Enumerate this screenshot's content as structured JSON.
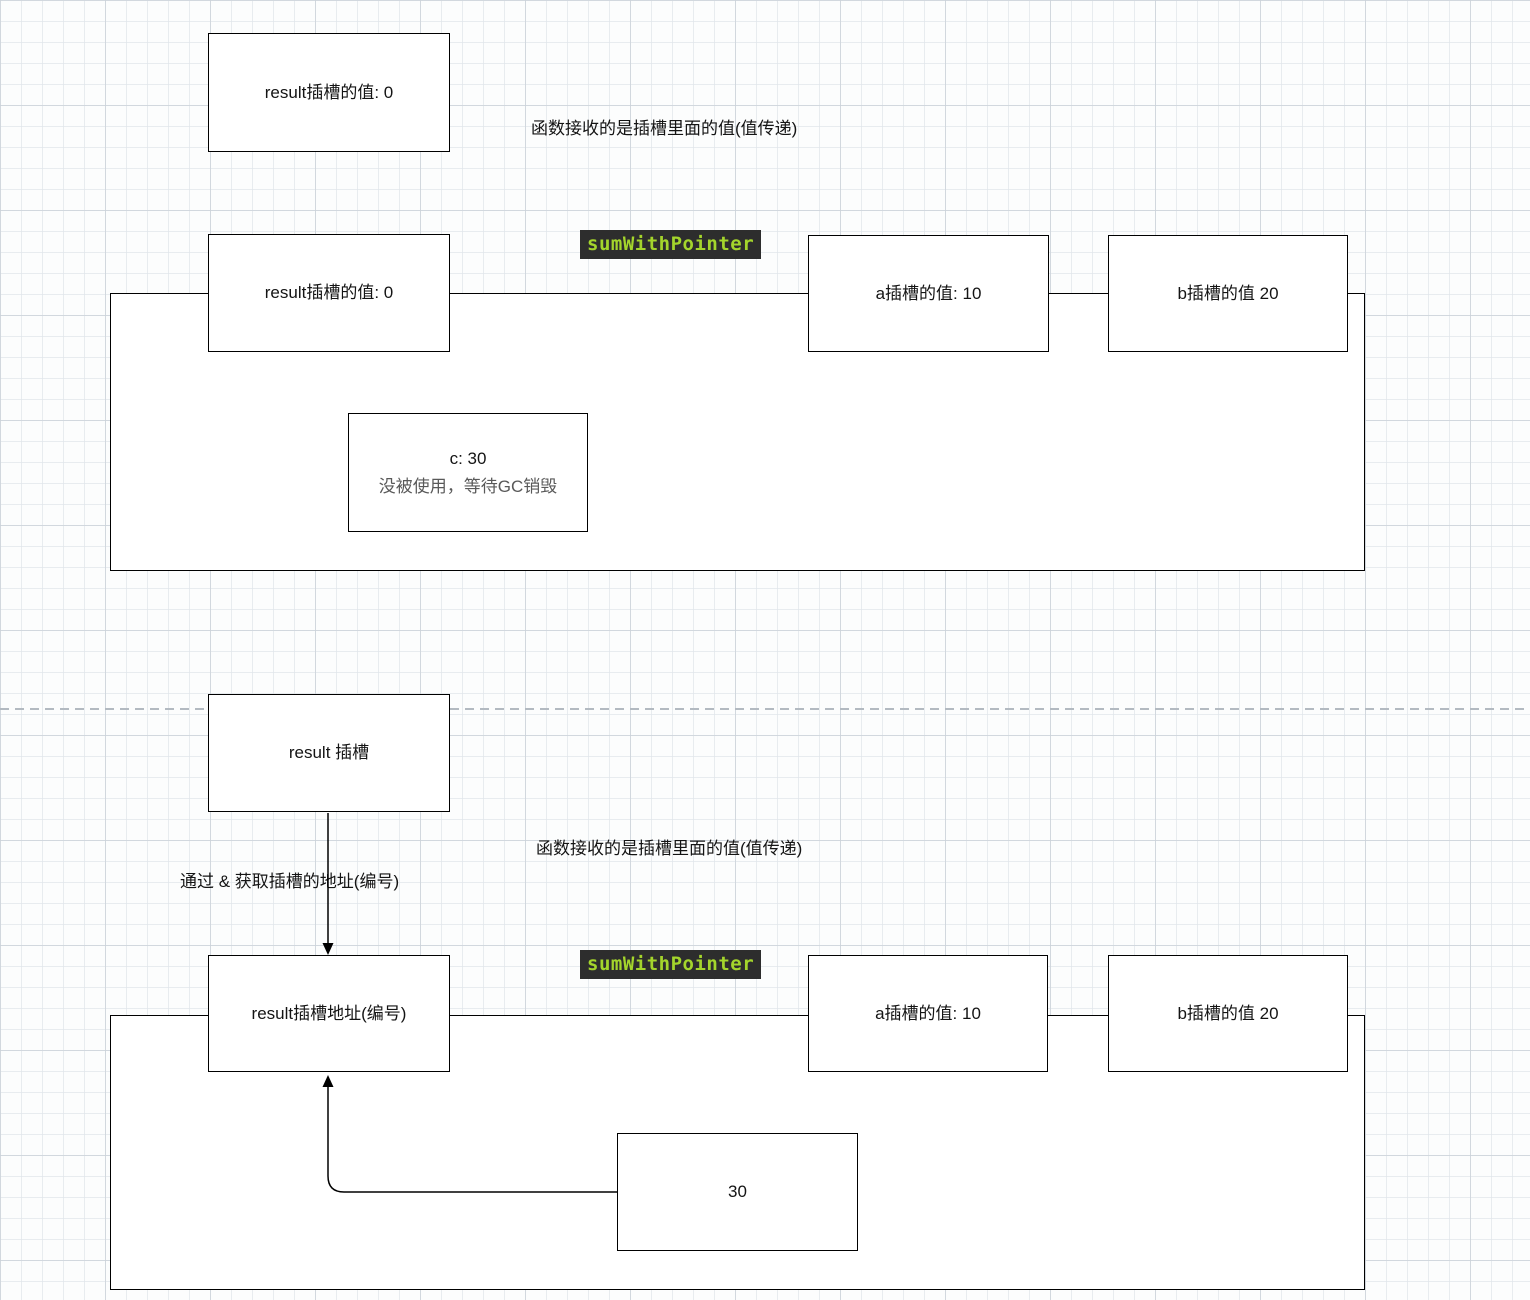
{
  "top": {
    "stack_result_box": "result插槽的值: 0",
    "note": "函数接收的是插槽里面的值(值传递)",
    "fn_badge": "sumWithPointer",
    "param_result_box": "result插槽的值: 0",
    "param_a_box": "a插槽的值: 10",
    "param_b_box": "b插槽的值 20",
    "c_box_value": "c: 30",
    "c_box_note": "没被使用，等待GC销毁"
  },
  "bottom": {
    "result_slot_box": "result 插槽",
    "address_arrow_label": "通过 & 获取插槽的地址(编号)",
    "note": "函数接收的是插槽里面的值(值传递)",
    "fn_badge": "sumWithPointer",
    "param_result_addr_box": "result插槽地址(编号)",
    "param_a_box": "a插槽的值: 10",
    "param_b_box": "b插槽的值 20",
    "value_box": "30"
  },
  "colors": {
    "badge_bg": "#2d2d2d",
    "badge_fg": "#a4d52c",
    "box_border": "#000000",
    "box_fill": "#ffffff",
    "divider": "#b3bac1",
    "muted_text": "#595959"
  }
}
